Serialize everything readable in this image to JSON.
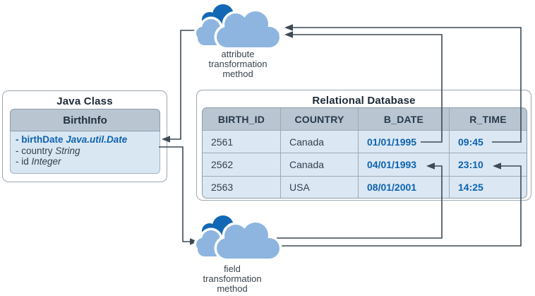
{
  "java_class": {
    "panel_title": "Java Class",
    "class_name": "BirthInfo",
    "attributes": [
      {
        "name": "- birthDate ",
        "type": "Java.util.Date"
      },
      {
        "name": "- country ",
        "type": "String"
      },
      {
        "name": "- id ",
        "type": "Integer"
      }
    ]
  },
  "database": {
    "panel_title": "Relational Database",
    "columns": [
      "BIRTH_ID",
      "COUNTRY",
      "B_DATE",
      "R_TIME"
    ],
    "rows": [
      [
        "2561",
        "Canada",
        "01/01/1995",
        "09:45"
      ],
      [
        "2562",
        "Canada",
        "04/01/1993",
        "23:10"
      ],
      [
        "2563",
        "USA",
        "08/01/2001",
        "14:25"
      ]
    ]
  },
  "clouds": {
    "top": {
      "lines": [
        "attribute",
        "transformation",
        "method"
      ]
    },
    "bottom": {
      "lines": [
        "field",
        "transformation",
        "method"
      ]
    }
  },
  "colors": {
    "cloud_dark": "#1268B5",
    "cloud_light": "#8DB5DF",
    "accent_blue": "#0D62AE",
    "table_header_fill": "#B9C6D2",
    "table_row_fill": "#DBE8F4",
    "class_body_fill": "#D9E7F3",
    "connector": "#3D4A55"
  }
}
